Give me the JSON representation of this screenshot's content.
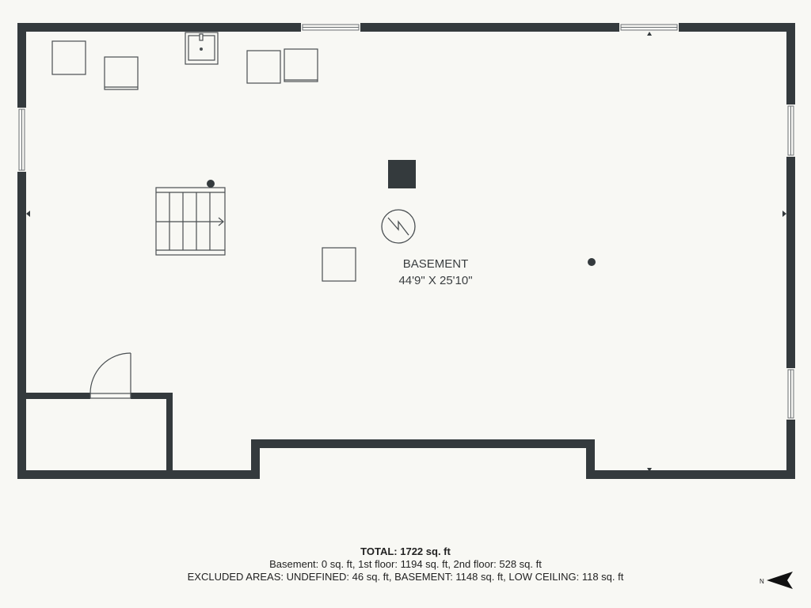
{
  "room": {
    "name": "BASEMENT",
    "dimensions": "44'9\" X 25'10\""
  },
  "summary": {
    "total": "TOTAL: 1722 sq. ft",
    "floors": "Basement: 0 sq. ft, 1st floor: 1194 sq. ft, 2nd floor: 528 sq. ft",
    "excluded": "EXCLUDED AREAS: UNDEFINED: 46 sq. ft, BASEMENT: 1148 sq. ft, LOW CEILING: 118 sq. ft"
  },
  "compass": {
    "label": "N"
  },
  "colors": {
    "background": "#f8f8f4",
    "wall": "#343a3d"
  }
}
